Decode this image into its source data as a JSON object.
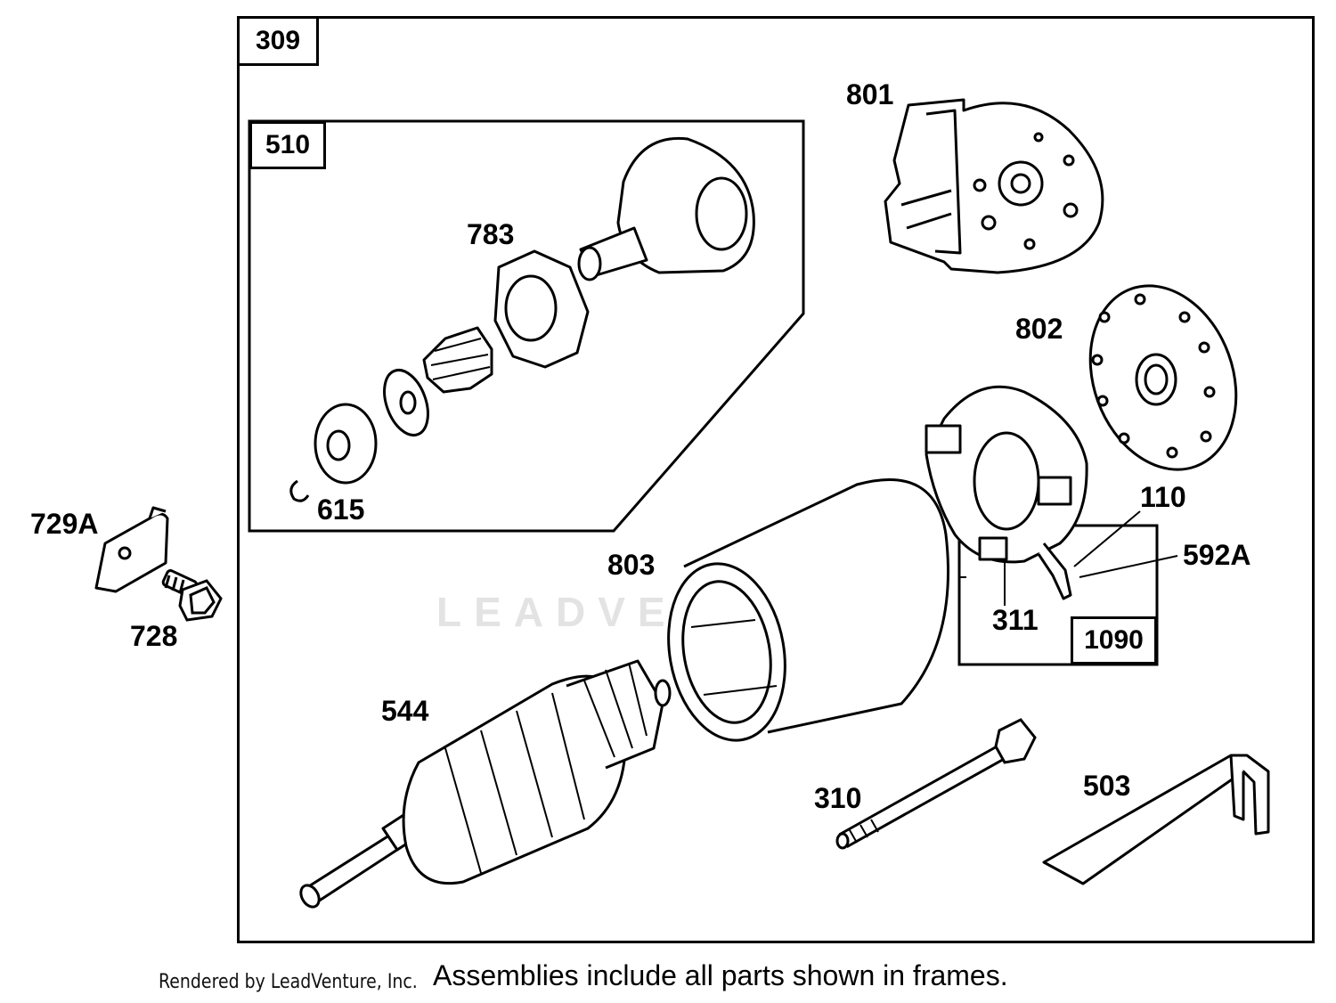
{
  "diagram": {
    "frames": {
      "main_tag": "309",
      "drive_tag": "510",
      "brush_tag": "1090"
    },
    "part_labels": {
      "p729A": "729A",
      "p728": "728",
      "p801": "801",
      "p783": "783",
      "p802": "802",
      "p615": "615",
      "p803": "803",
      "p110": "110",
      "p592A": "592A",
      "p311": "311",
      "p544": "544",
      "p310": "310",
      "p503": "503"
    },
    "watermark": "LEADVENTURE"
  },
  "footer": {
    "credit": "Rendered by LeadVenture, Inc.",
    "note": "Assemblies include all parts shown in frames."
  }
}
